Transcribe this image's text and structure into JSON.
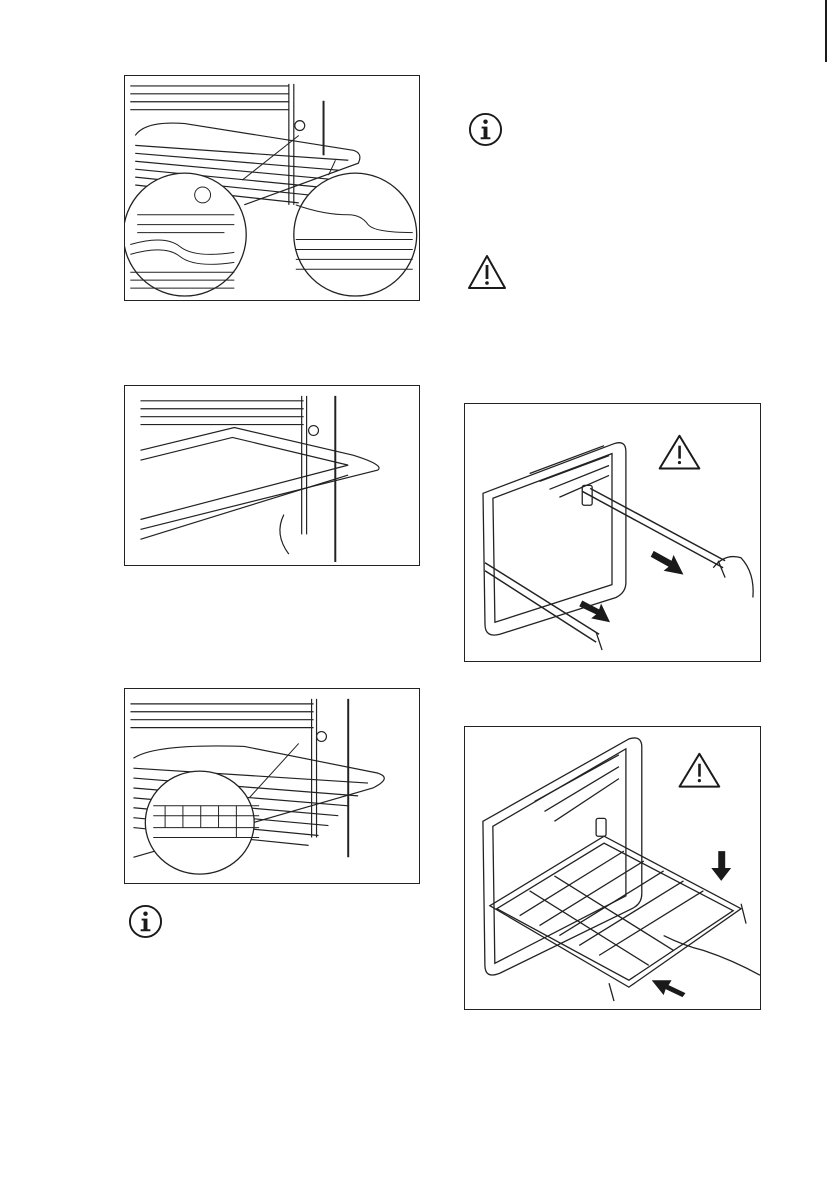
{
  "page": {
    "figures": [
      {
        "id": "shelf-support-detail",
        "icons": [
          "circle-zoom-support-icon",
          "circle-zoom-wire-icon"
        ]
      },
      {
        "id": "tray-insert"
      },
      {
        "id": "grid-insert-detail"
      },
      {
        "id": "telescopic-runner-pull",
        "icons": [
          "warning-icon",
          "arrow-icon"
        ]
      },
      {
        "id": "grid-on-runners",
        "icons": [
          "warning-icon",
          "arrow-icon"
        ]
      }
    ],
    "notes": [
      {
        "type": "info",
        "icon": "info-icon"
      },
      {
        "type": "warning",
        "icon": "warning-icon"
      },
      {
        "type": "info",
        "icon": "info-icon"
      }
    ]
  }
}
